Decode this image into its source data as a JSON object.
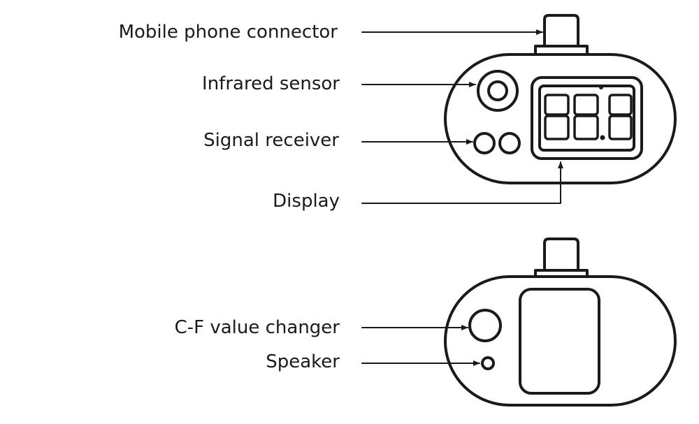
{
  "labels": {
    "connector": "Mobile phone connector",
    "infrared": "Infrared sensor",
    "signal": "Signal receiver",
    "display": "Display",
    "cf_changer": "C-F value changer",
    "speaker": "Speaker"
  },
  "display_readout": "88.8",
  "colors": {
    "stroke": "#1a1a1a",
    "background": "#ffffff"
  }
}
